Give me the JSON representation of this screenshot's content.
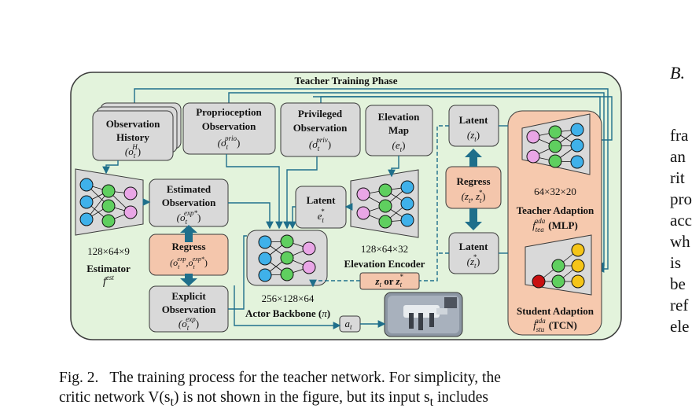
{
  "figure": {
    "phase_title": "Teacher Training Phase",
    "obs_history": {
      "line1": "Observation",
      "line2": "History",
      "sym": "(o",
      "sym_sub": "t",
      "sym_sup": "H",
      "sym_close": ")"
    },
    "proprio": {
      "line1": "Proprioception",
      "line2": "Observation",
      "sym": "(o",
      "sym_sub": "t",
      "sym_sup": "prio",
      "sym_close": ")"
    },
    "privileged": {
      "line1": "Privileged",
      "line2": "Observation",
      "sym": "(o",
      "sym_sub": "t",
      "sym_sup": "priv",
      "sym_close": ")"
    },
    "elevation_map": {
      "line1": "Elevation",
      "line2": "Map",
      "sym": "(e",
      "sym_sub": "t",
      "sym_close": ")"
    },
    "latent_top": {
      "line1": "Latent",
      "sym": "(z",
      "sym_sub": "t",
      "sym_close": ")"
    },
    "latent_bottom": {
      "line1": "Latent",
      "sym": "(z",
      "sym_sub": "t",
      "sym_sup": "*",
      "sym_close": ")"
    },
    "regress_latent": {
      "line1": "Regress",
      "sym": "(z",
      "sym_sub": "t",
      "sym_mid": ", z",
      "sym_sub2": "t",
      "sym_sup2": "*",
      "sym_close": ")"
    },
    "estimated_obs": {
      "line1": "Estimated",
      "line2": "Observation",
      "sym": "(o",
      "sym_sub": "t",
      "sym_sup": "exp*",
      "sym_close": ")"
    },
    "regress_obs": {
      "line1": "Regress",
      "sym": "(o",
      "sym_sub": "t",
      "sym_sup": "exp",
      "sym_mid": ",o",
      "sym_sub2": "t",
      "sym_sup2": "exp*",
      "sym_close": ")"
    },
    "explicit_obs": {
      "line1": "Explicit",
      "line2": "Observation",
      "sym": "(o",
      "sym_sub": "t",
      "sym_sup": "exp",
      "sym_close": ")"
    },
    "latent_e": {
      "line1": "Latent",
      "sym": "e",
      "sym_sub": "t",
      "sym_sup": "*"
    },
    "estimator": {
      "dims": "128×64×9",
      "name": "Estimator",
      "sym": "f",
      "sym_sup": "est"
    },
    "elevation_encoder": {
      "dims": "128×64×32",
      "name": "Elevation Encoder"
    },
    "actor_backbone": {
      "dims": "256×128×64",
      "name": "Actor Backbone (",
      "sym": "π",
      "close": ")"
    },
    "z_or": {
      "a": "z",
      "a_sub": "t",
      "mid": " or ",
      "b": "z",
      "b_sub": "t",
      "b_sup": "*"
    },
    "action": {
      "sym": "a",
      "sym_sub": "t"
    },
    "teacher_adaption": {
      "dims": "64×32×20",
      "name": "Teacher Adaption",
      "sym": "f",
      "sym_sub": "tea",
      "sym_sup": "ada",
      "suffix": "(MLP)"
    },
    "student_adaption": {
      "name": "Student Adaption",
      "sym": "f",
      "sym_sub": "stu",
      "sym_sup": "ada",
      "suffix": "(TCN)"
    }
  },
  "caption": {
    "label": "Fig. 2.",
    "line1": "The training process for the teacher network. For simplicity, the",
    "line2": "critic network V(s",
    "line2_sub": "t",
    "line2_rest": ") is not shown in the figure, but its input s",
    "line2_sub2": "t",
    "line2_end": " includes"
  },
  "side_text": {
    "heading": "B.",
    "lines": [
      "fra",
      "an",
      "rit",
      "pro",
      "acc",
      "wh",
      "is",
      "be",
      "ref",
      "ele"
    ]
  },
  "colors": {
    "panel_bg": "#e3f3dc",
    "box_gray": "#d9d9d9",
    "regress_fill": "#f4c6ac",
    "adaption_panel": "#f6c9ae",
    "arrow_teal": "#1f6f8b",
    "node_blue": "#3fb1ea",
    "node_green": "#5fcf5f",
    "node_pink": "#e9a6e6",
    "node_yellow": "#f5c518",
    "node_red": "#c81010"
  }
}
